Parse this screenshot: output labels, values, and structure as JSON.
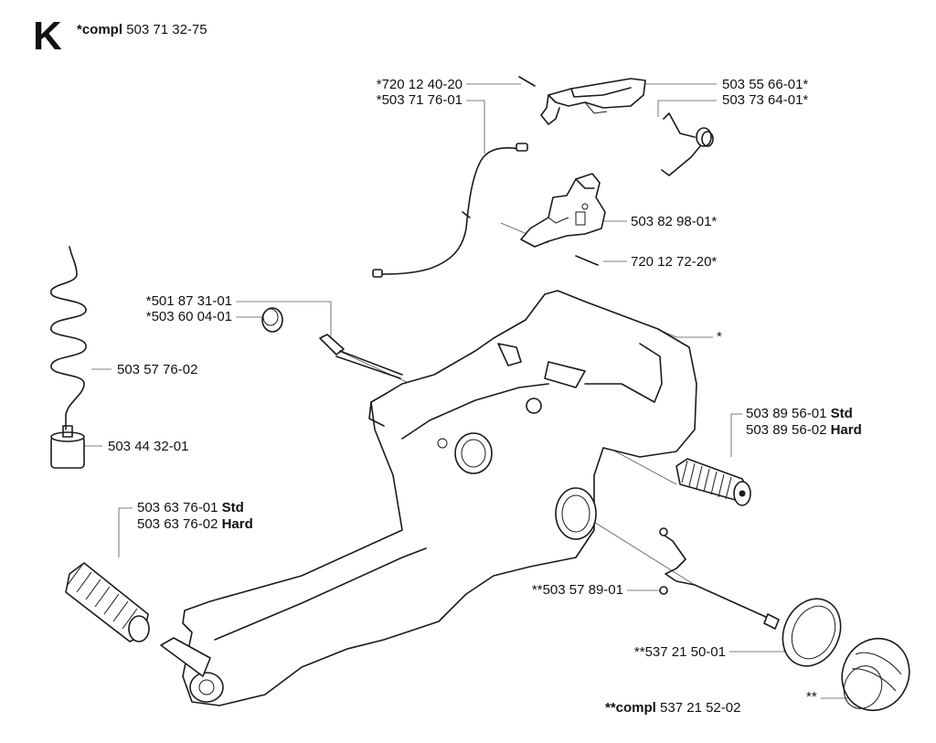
{
  "section": {
    "letter": "K",
    "assembly_prefix": "*compl",
    "assembly_number": "503 71 32-75"
  },
  "labels": {
    "p720124020": "*720 12 40-20",
    "p503717601": "*503 71 76-01",
    "p503556601": "503 55 66-01*",
    "p503736401": "503 73 64-01*",
    "p503829801": "503 82 98-01*",
    "p720127220": "720 12 72-20*",
    "p501873101": "*501 87 31-01",
    "p503600401": "*503 60 04-01",
    "p503577602": "503 57 76-02",
    "p503443201": "503 44 32-01",
    "tank_star": "*",
    "p503895601_num": "503 89 56-01",
    "p503895601_grade": "Std",
    "p503895602_num": "503 89 56-02",
    "p503895602_grade": "Hard",
    "p503637601_num": "503 63 76-01",
    "p503637601_grade": "Std",
    "p503637602_num": "503 63 76-02",
    "p503637602_grade": "Hard",
    "p503578901": "**503 57 89-01",
    "p537215001": "**537 21 50-01",
    "cap_star": "**",
    "kit_prefix": "**compl",
    "kit_number": "537 21 52-02"
  }
}
